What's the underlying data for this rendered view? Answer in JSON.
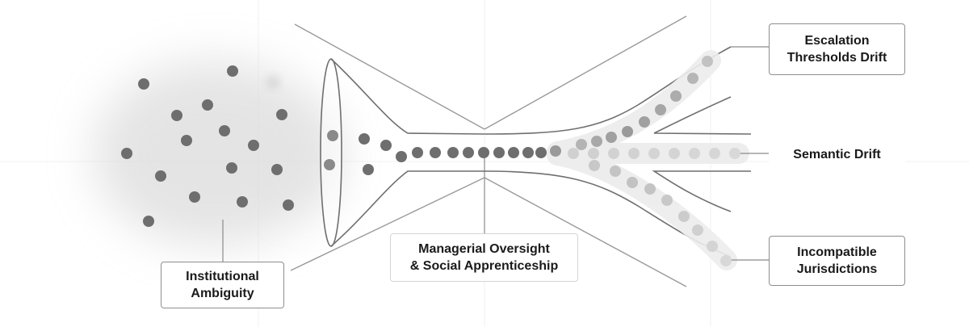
{
  "labels": {
    "institutional_ambiguity": "Institutional\nAmbiguity",
    "managerial_oversight": "Managerial Oversight\n& Social Apprenticeship",
    "escalation_thresholds_drift": "Escalation\nThresholds Drift",
    "semantic_drift": "Semantic Drift",
    "incompatible_jurisdictions": "Incompatible\nJurisdictions"
  },
  "colors": {
    "dot_dark": "#6e6e6e",
    "dot_faded": "#c8c8c8",
    "line": "#8a8a8a",
    "box_border": "#8e8e8e",
    "text": "#1a1a1a"
  }
}
